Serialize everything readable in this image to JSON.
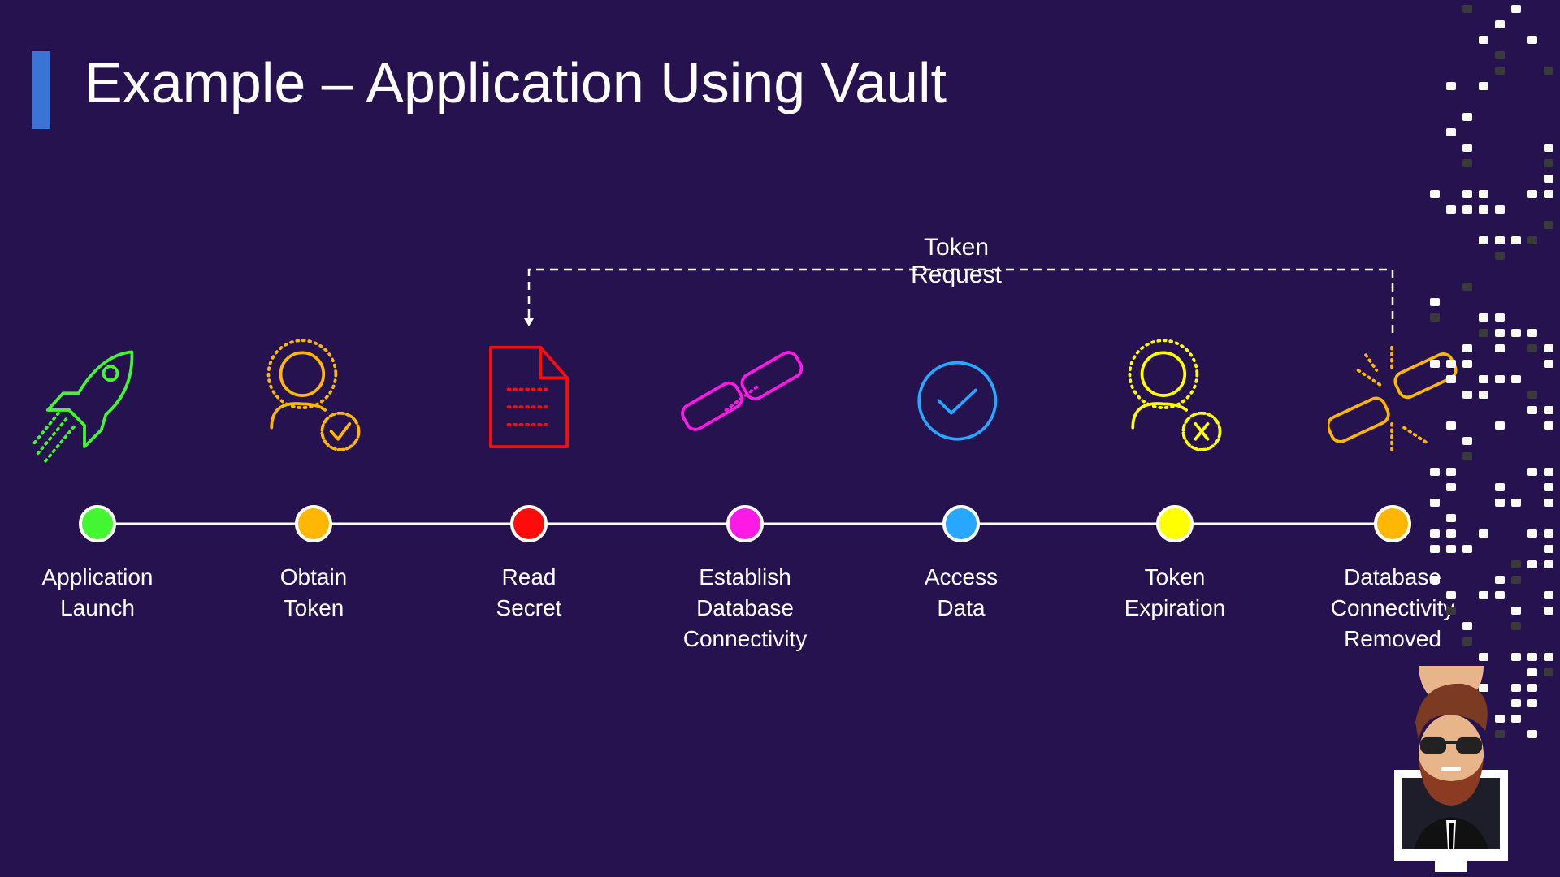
{
  "title": "Example – Application Using Vault",
  "token_request_label": "Token Request",
  "steps": [
    {
      "label": [
        "Application",
        "Launch"
      ],
      "icon": "rocket-icon",
      "color": "#44f531"
    },
    {
      "label": [
        "Obtain",
        "Token"
      ],
      "icon": "user-gear-check-icon",
      "color": "#ffb703"
    },
    {
      "label": [
        "Read",
        "Secret"
      ],
      "icon": "document-icon",
      "color": "#ff0b0b"
    },
    {
      "label": [
        "Establish",
        "Database",
        "Connectivity"
      ],
      "icon": "chain-link-icon",
      "color": "#ff19e4"
    },
    {
      "label": [
        "Access",
        "Data"
      ],
      "icon": "check-circle-icon",
      "color": "#27a7ff"
    },
    {
      "label": [
        "Token",
        "Expiration"
      ],
      "icon": "user-gear-x-icon",
      "color": "#ffff00"
    },
    {
      "label": [
        "Database",
        "Connectivity",
        "Removed"
      ],
      "icon": "broken-chain-icon",
      "color": "#ffb703"
    }
  ],
  "colors": {
    "background": "#25124f",
    "accent": "#3b73d6"
  }
}
